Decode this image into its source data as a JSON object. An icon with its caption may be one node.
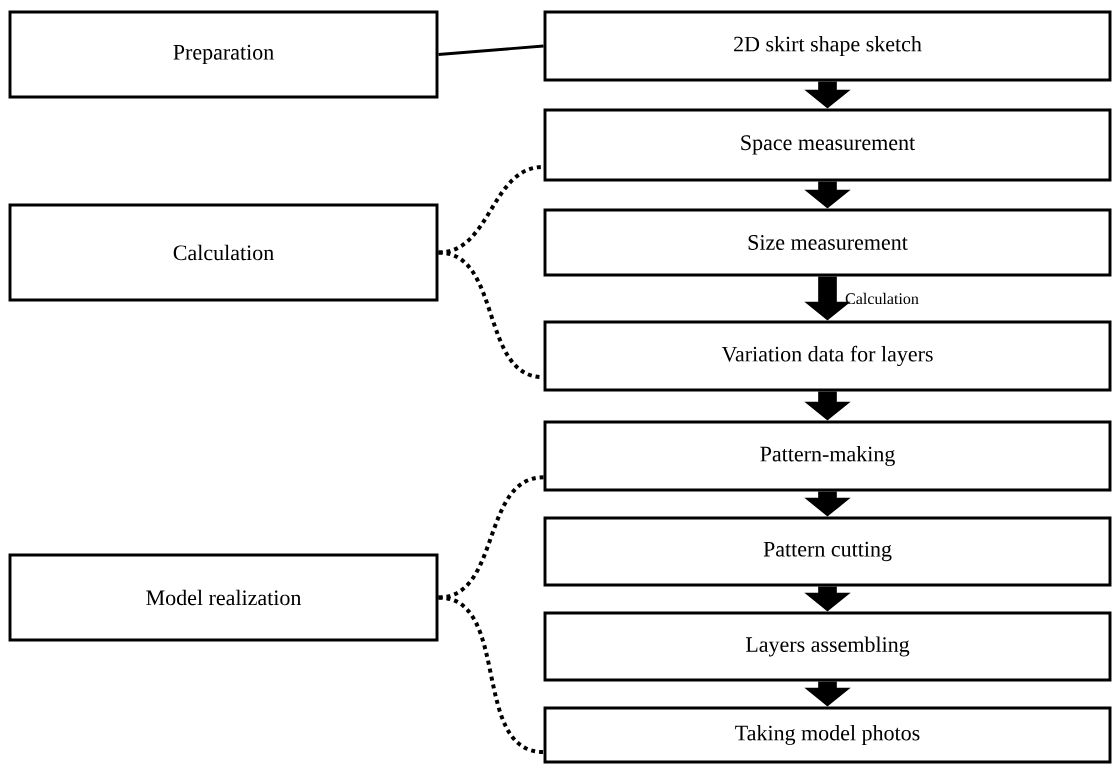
{
  "diagram": {
    "nodes": [
      {
        "text": [
          "Preparation"
        ]
      },
      {
        "text": [
          "2D skirt shape sketch"
        ]
      },
      {
        "text": [
          "Space measurement"
        ]
      },
      {
        "text": [
          "Calculation"
        ]
      },
      {
        "text": [
          "Size measurement"
        ]
      },
      {
        "text": [
          "Variation data for layers"
        ]
      },
      {
        "text": [
          "Pattern-making"
        ]
      },
      {
        "text": [
          "Pattern cutting"
        ]
      },
      {
        "text": [
          "Model realization"
        ]
      },
      {
        "text": [
          "Layers assembling"
        ]
      },
      {
        "text": [
          "Taking model photos"
        ]
      }
    ],
    "edges": [
      {
        "from": 0,
        "to": 1,
        "arrow": "none"
      },
      {
        "from": 1,
        "to": 2,
        "arrow": "to"
      },
      {
        "from": 2,
        "to": 4,
        "arrow": "to"
      },
      {
        "from": 4,
        "to": 5,
        "arrow": "to",
        "label": "Calculation"
      },
      {
        "from": 5,
        "to": 6,
        "arrow": "to"
      },
      {
        "from": 6,
        "to": 7,
        "arrow": "to"
      },
      {
        "from": 7,
        "to": 9,
        "arrow": "to"
      },
      {
        "from": 9,
        "to": 10,
        "arrow": "to"
      },
      {
        "from": 3,
        "to": 2,
        "arrow": "none",
        "style": "dashed"
      },
      {
        "from": 3,
        "to": 5,
        "arrow": "none",
        "style": "dashed"
      },
      {
        "from": 8,
        "to": 6,
        "arrow": "none",
        "style": "dashed"
      },
      {
        "from": 8,
        "to": 10,
        "arrow": "none",
        "style": "dashed"
      }
    ]
  }
}
